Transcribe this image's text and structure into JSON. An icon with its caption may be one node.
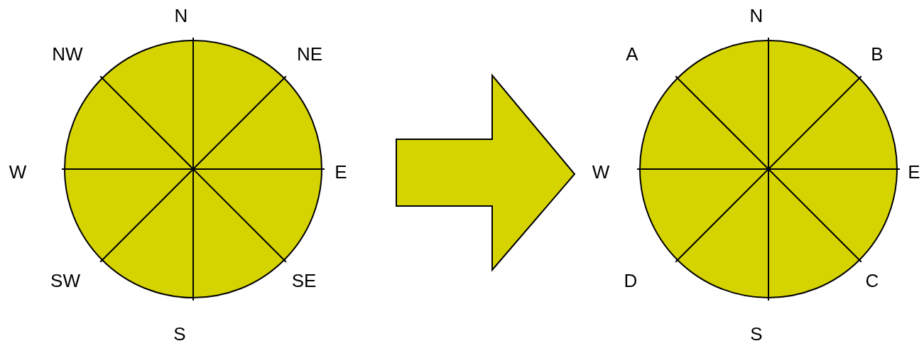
{
  "diagram": {
    "nodes": [
      {
        "text": [],
        "shape": "circle"
      },
      {
        "text": [],
        "shape": "circle"
      }
    ],
    "edges": [
      {
        "from": 0,
        "to": 1,
        "arrow": "to"
      }
    ],
    "labels": [
      "N",
      "NW",
      "NE",
      "W",
      "E",
      "SW",
      "SE",
      "S",
      "N",
      "A",
      "B",
      "W",
      "E",
      "D",
      "C",
      "S"
    ]
  }
}
